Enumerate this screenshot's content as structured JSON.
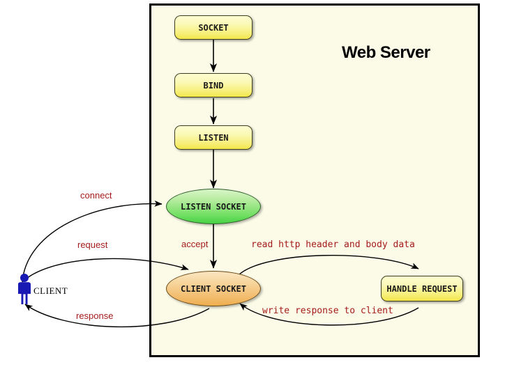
{
  "panel": {
    "title": "Web Server",
    "background_color": "#fbfbe8",
    "border_color": "#000000"
  },
  "nodes": [
    {
      "id": "socket",
      "label": "SOCKET",
      "shape": "rounded-rect",
      "color": "#f7ef7a"
    },
    {
      "id": "bind",
      "label": "BIND",
      "shape": "rounded-rect",
      "color": "#f7ef7a"
    },
    {
      "id": "listen",
      "label": "LISTEN",
      "shape": "rounded-rect",
      "color": "#f7ef7a"
    },
    {
      "id": "listen-socket",
      "label": "LISTEN SOCKET",
      "shape": "ellipse",
      "color": "#72df63"
    },
    {
      "id": "client-socket",
      "label": "CLIENT SOCKET",
      "shape": "ellipse",
      "color": "#f2bc6d"
    },
    {
      "id": "handle-request",
      "label": "HANDLE REQUEST",
      "shape": "rounded-rect",
      "color": "#f7ef7a"
    }
  ],
  "edges": [
    {
      "id": "connect",
      "label": "connect",
      "from": "client",
      "to": "listen-socket",
      "style": "sans"
    },
    {
      "id": "request",
      "label": "request",
      "from": "client",
      "to": "client-socket",
      "style": "sans"
    },
    {
      "id": "response",
      "label": "response",
      "from": "client-socket",
      "to": "client",
      "style": "sans"
    },
    {
      "id": "accept",
      "label": "accept",
      "from": "listen-socket",
      "to": "client-socket",
      "style": "sans"
    },
    {
      "id": "read",
      "label": "read http header and body data",
      "from": "client-socket",
      "to": "handle-request",
      "style": "mono"
    },
    {
      "id": "write",
      "label": "write response to client",
      "from": "handle-request",
      "to": "client-socket",
      "style": "mono"
    }
  ],
  "actor": {
    "label": "CLIENT",
    "icon": "person-icon",
    "color": "#1919b3"
  },
  "colors": {
    "edge_label": "#a51b1b",
    "arrow": "#000000",
    "actor": "#1919b3"
  }
}
